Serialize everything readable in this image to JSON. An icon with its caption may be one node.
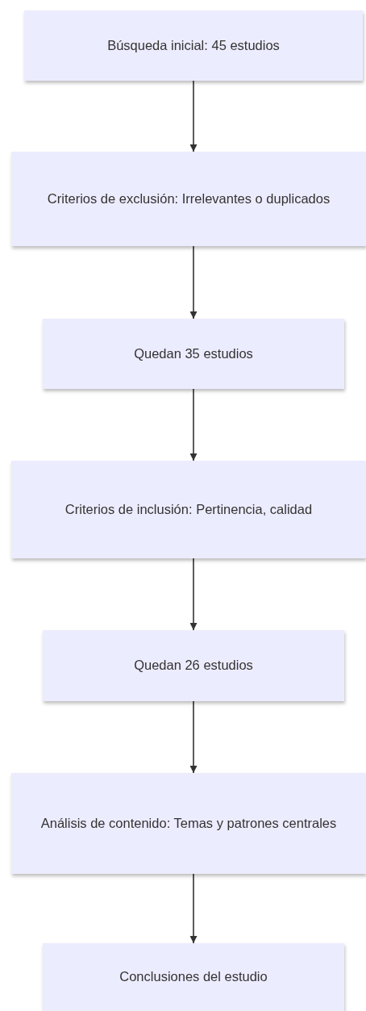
{
  "diagram": {
    "nodes": [
      {
        "text": [
          "Búsqueda inicial: 45 estudios"
        ]
      },
      {
        "text": [
          "Criterios de exclusión: Irrelevantes o duplicados"
        ]
      },
      {
        "text": [
          "Quedan 35 estudios"
        ]
      },
      {
        "text": [
          "Criterios de inclusión: Pertinencia, calidad"
        ]
      },
      {
        "text": [
          "Quedan 26 estudios"
        ]
      },
      {
        "text": [
          "Análisis de contenido: Temas y patrones centrales"
        ]
      },
      {
        "text": [
          "Conclusiones del estudio"
        ]
      }
    ],
    "edges": [
      {
        "from": 0,
        "to": 1,
        "arrow": "to"
      },
      {
        "from": 1,
        "to": 2,
        "arrow": "to"
      },
      {
        "from": 2,
        "to": 3,
        "arrow": "to"
      },
      {
        "from": 3,
        "to": 4,
        "arrow": "to"
      },
      {
        "from": 4,
        "to": 5,
        "arrow": "to"
      },
      {
        "from": 5,
        "to": 6,
        "arrow": "to"
      }
    ]
  }
}
